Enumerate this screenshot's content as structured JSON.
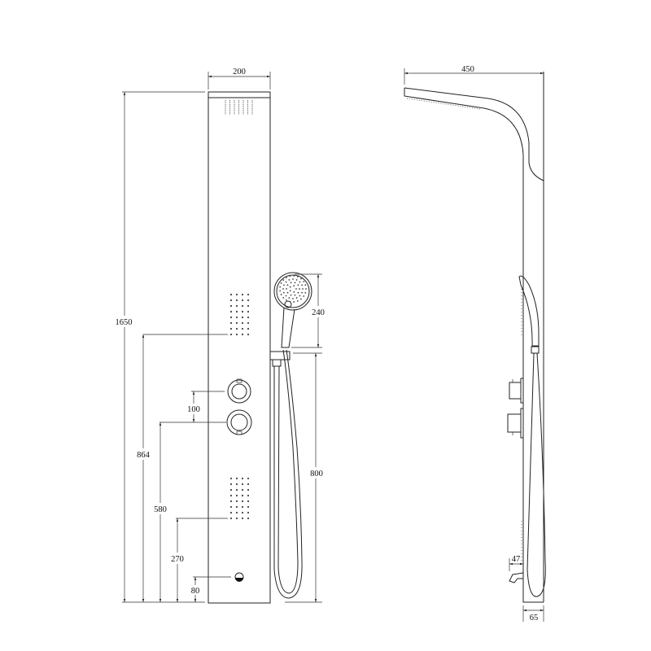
{
  "title": "Shower panel technical drawing",
  "front_view": {
    "width_dim": "200",
    "total_height_dim": "1650",
    "upper_jets_height_dim": "864",
    "lower_knob_height_dim": "580",
    "knob_spacing_dim": "100",
    "lower_jets_height_dim": "270",
    "spout_height_dim": "80",
    "hand_shower_length_dim": "240",
    "holder_height_dim": "800"
  },
  "side_view": {
    "arm_reach_dim": "450",
    "spout_projection_dim": "47",
    "panel_depth_dim": "65"
  },
  "colors": {
    "line": "#222222",
    "background": "#ffffff"
  }
}
